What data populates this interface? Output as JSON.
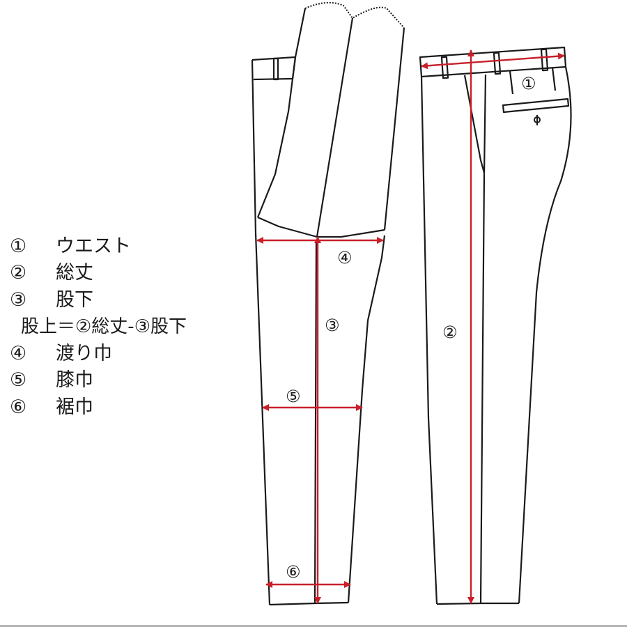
{
  "legend": {
    "items": [
      {
        "num": "①",
        "label": "ウエスト"
      },
      {
        "num": "②",
        "label": "総丈"
      },
      {
        "num": "③",
        "label": "股下"
      }
    ],
    "formula": "股上＝②総丈-③股下",
    "items2": [
      {
        "num": "④",
        "label": "渡り巾"
      },
      {
        "num": "⑤",
        "label": "膝巾"
      },
      {
        "num": "⑥",
        "label": "裾巾"
      }
    ]
  },
  "diagram": {
    "markers": {
      "waist": "①",
      "total_length": "②",
      "inseam": "③",
      "thigh_width": "④",
      "knee_width": "⑤",
      "hem_width": "⑥"
    },
    "colors": {
      "arrow": "#c8202a",
      "outline": "#1a1a1a"
    }
  }
}
